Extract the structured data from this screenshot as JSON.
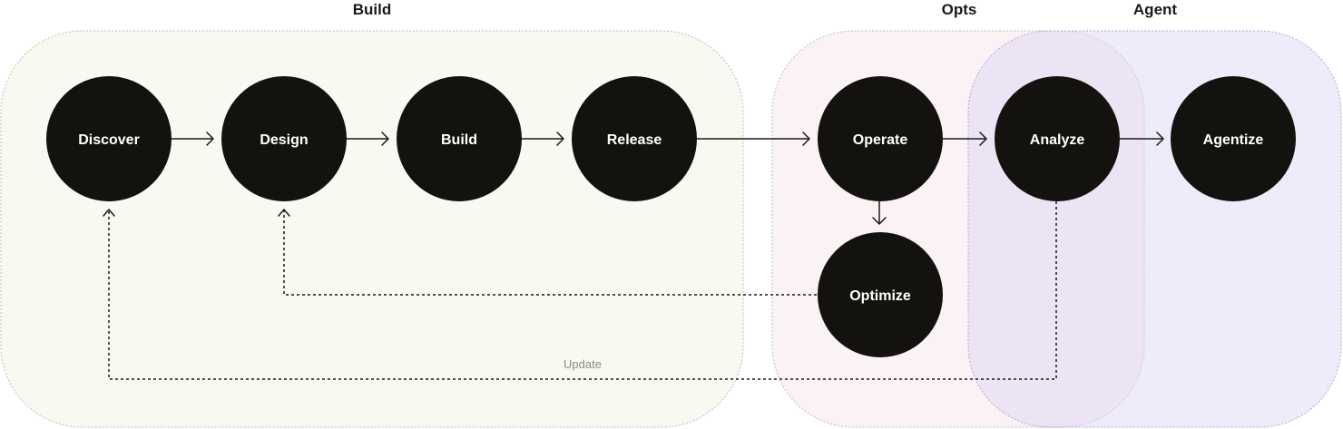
{
  "groups": {
    "build": {
      "title": "Build",
      "fill": "#f6faf1"
    },
    "opts": {
      "title": "Opts",
      "fill": "#fbf1f4"
    },
    "agent": {
      "title": "Agent",
      "fill": "#eeecfc"
    }
  },
  "nodes": {
    "discover": "Discover",
    "design": "Design",
    "build": "Build",
    "release": "Release",
    "operate": "Operate",
    "optimize": "Optimize",
    "analyze": "Analyze",
    "agentize": "Agentize"
  },
  "edges": {
    "update_label": "Update"
  },
  "colors": {
    "node": "#14120f",
    "node_text": "#ffffff",
    "edge": "#1a1a1a",
    "edge_label": "#8a8a8a"
  }
}
